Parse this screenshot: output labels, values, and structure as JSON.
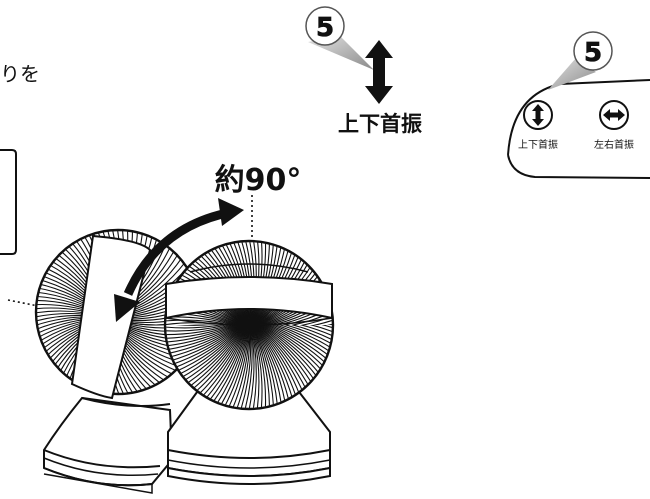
{
  "intro_text_fragment": "りを",
  "angle_label": "約90°",
  "callout_number": "5",
  "vertical_swing_label": "上下首振",
  "remote": {
    "callout_number": "5",
    "vertical_button_label": "上下首振",
    "horizontal_button_label": "左右首振"
  },
  "icons": [
    "vertical-swing-arrow-icon",
    "vertical-swing-button-icon",
    "horizontal-swing-button-icon",
    "angle-arc-double-arrow-icon"
  ],
  "colors": {
    "line": "#111111",
    "callout_gray": "#bdbdbd",
    "callout_dark": "#8a8a8a",
    "background": "#ffffff"
  }
}
